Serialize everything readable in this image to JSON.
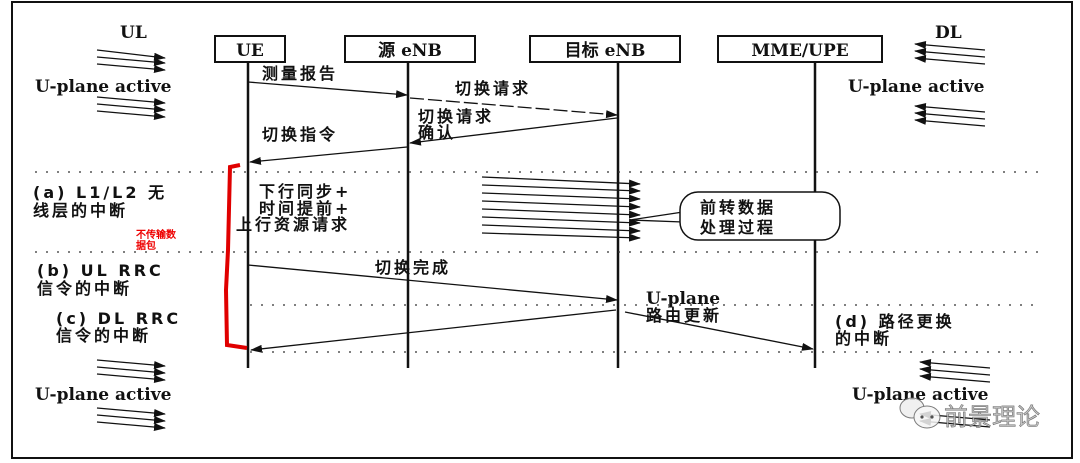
{
  "entities": {
    "ue": "UE",
    "source_enb": "源 eNB",
    "target_enb": "目标 eNB",
    "mme": "MME/UPE"
  },
  "directions": {
    "ul": "UL",
    "dl": "DL"
  },
  "uplane_active": "U-plane active",
  "messages": {
    "measurement_report": "测量报告",
    "handover_request": "切换请求",
    "handover_request_ack_1": "切换请求",
    "handover_request_ack_2": "确认",
    "handover_command": "切换指令",
    "sync_1": "下行同步+",
    "sync_2": "时间提前+",
    "sync_3": "上行资源请求",
    "handover_complete": "切换完成",
    "uplane_update_1": "U-plane",
    "uplane_update_2": "路由更新"
  },
  "bubble": {
    "line1": "前转数据",
    "line2": "处理过程"
  },
  "phases": {
    "a1": "(a) L1/L2 无",
    "a2": "线层的中断",
    "b1": "(b) UL RRC",
    "b2": "信令的中断",
    "c1": "(c) DL RRC",
    "c2": "信令的中断",
    "d1": "(d) 路径更换",
    "d2": "的中断"
  },
  "annotation": {
    "line1": "不传输数",
    "line2": "据包"
  },
  "watermark": "前景理论",
  "colors": {
    "annotation": "#e00000"
  }
}
